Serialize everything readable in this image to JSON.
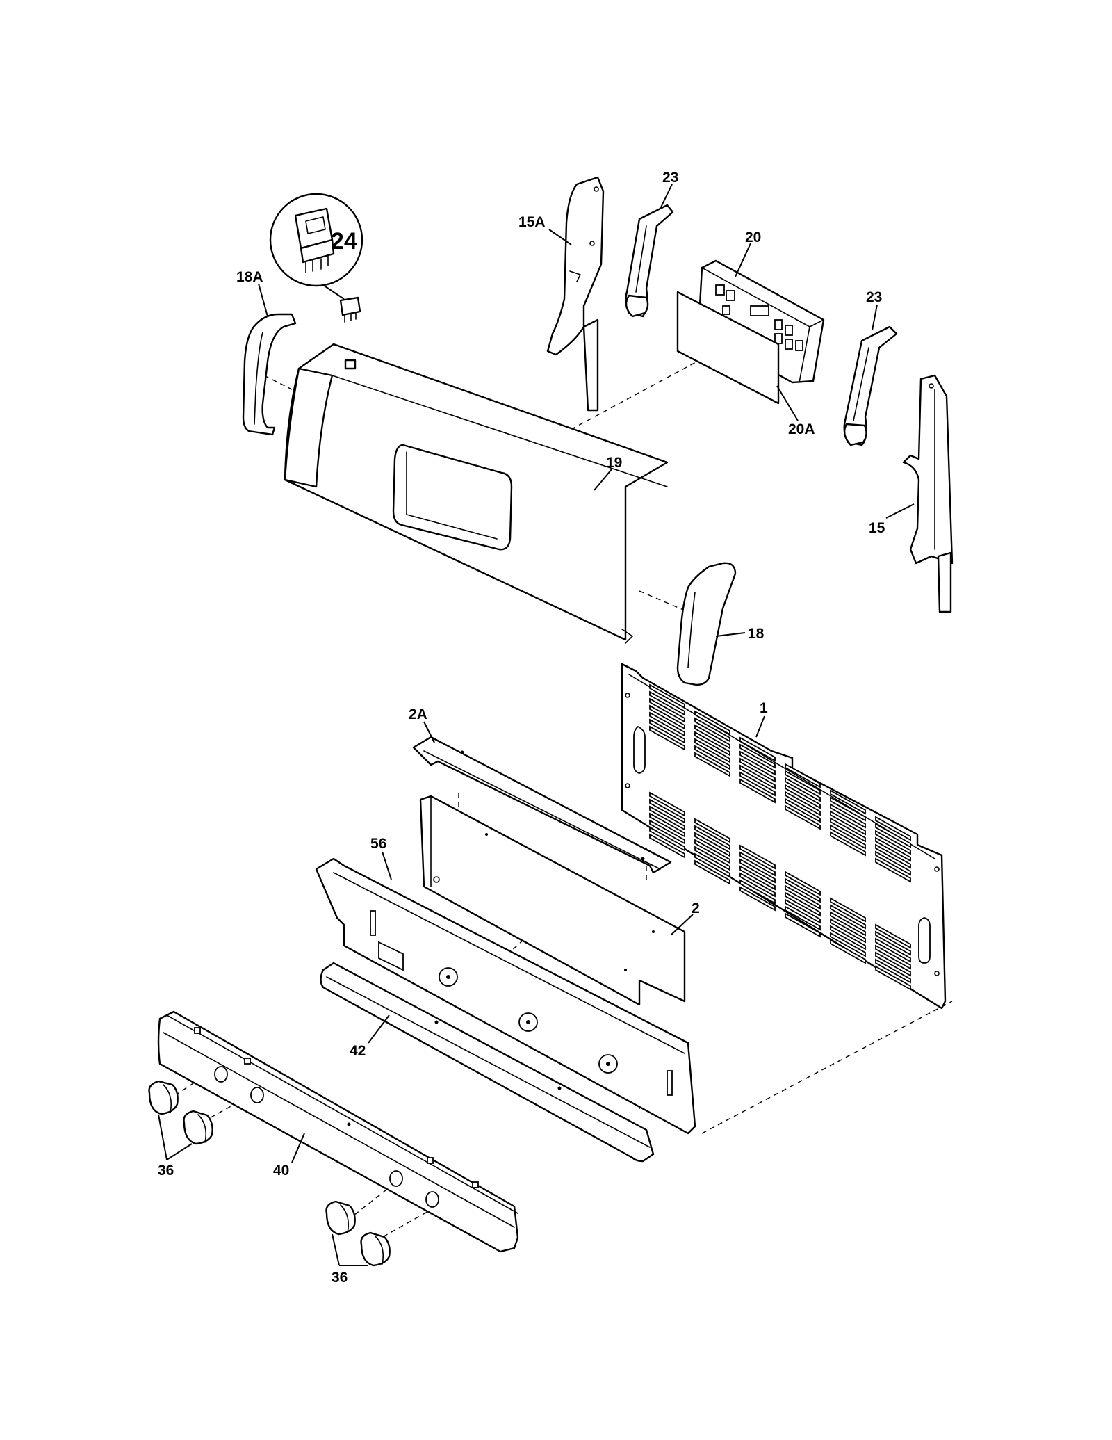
{
  "diagram": {
    "callouts": {
      "c1": "1",
      "c2": "2",
      "c2A": "2A",
      "c15": "15",
      "c15A": "15A",
      "c18": "18",
      "c18A": "18A",
      "c19": "19",
      "c20": "20",
      "c20A": "20A",
      "c23a": "23",
      "c23b": "23",
      "c24": "24",
      "c36a": "36",
      "c36b": "36",
      "c40": "40",
      "c42": "42",
      "c56": "56"
    }
  }
}
